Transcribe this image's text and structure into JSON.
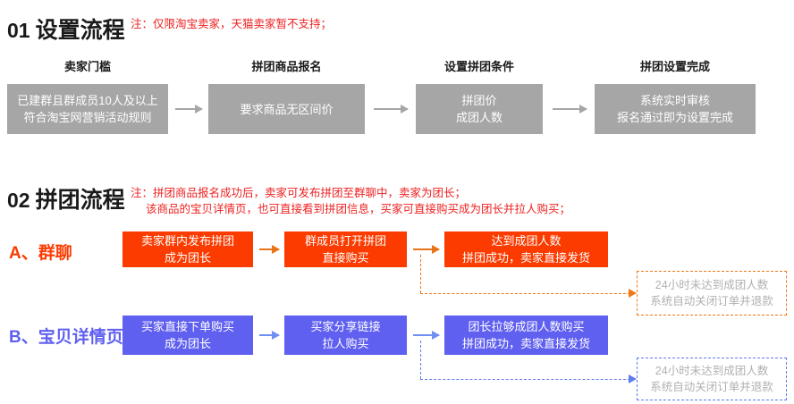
{
  "section1": {
    "number": "01",
    "title": "设置流程",
    "note": "注：仅限淘宝卖家，天猫卖家暂不支持；",
    "columns": [
      {
        "caption": "卖家门槛",
        "lines": [
          "已建群且群成员10人及以上",
          "符合淘宝网营销活动规则"
        ]
      },
      {
        "caption": "拼团商品报名",
        "lines": [
          "要求商品无区间价"
        ]
      },
      {
        "caption": "设置拼团条件",
        "lines": [
          "拼团价",
          "成团人数"
        ]
      },
      {
        "caption": "拼团设置完成",
        "lines": [
          "系统实时审核",
          "报名通过即为设置完成"
        ]
      }
    ]
  },
  "section2": {
    "number": "02",
    "title": "拼团流程",
    "note_line1": "注：拼团商品报名成功后，卖家可发布拼团至群聊中，卖家为团长；",
    "note_line2": "该商品的宝贝详情页，也可直接看到拼团信息，买家可直接购买成为团长并拉人购买；",
    "rowA": {
      "label": "A、群聊",
      "boxes": [
        {
          "lines": [
            "卖家群内发布拼团",
            "成为团长"
          ]
        },
        {
          "lines": [
            "群成员打开拼团",
            "直接购买"
          ]
        },
        {
          "lines": [
            "达到成团人数",
            "拼团成功，卖家直接发货"
          ]
        }
      ],
      "fallback": {
        "lines": [
          "24小时未达到成团人数",
          "系统自动关闭订单并退款"
        ]
      }
    },
    "rowB": {
      "label": "B、宝贝详情页",
      "boxes": [
        {
          "lines": [
            "买家直接下单购买",
            "成为团长"
          ]
        },
        {
          "lines": [
            "买家分享链接",
            "拉人购买"
          ]
        },
        {
          "lines": [
            "团长拉够成团人数购买",
            "拼团成功，卖家直接发货"
          ]
        }
      ],
      "fallback": {
        "lines": [
          "24小时未达到成团人数",
          "系统自动关闭订单并退款"
        ]
      }
    }
  },
  "colors": {
    "gray_box": "#a6a6a6",
    "red_box": "#fb3b00",
    "blue_box": "#5f5ff0",
    "note_red": "#ee2222",
    "dash_orange": "#f07818",
    "dash_blue": "#5f7bf0"
  }
}
